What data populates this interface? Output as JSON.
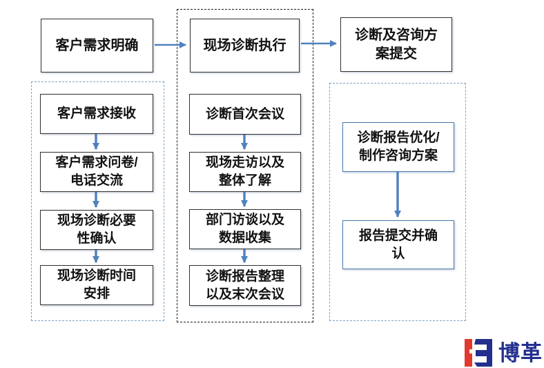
{
  "top_steps": [
    {
      "label": "客户需求明确"
    },
    {
      "label": "现场诊断执行"
    },
    {
      "label": "诊断及咨询方\n案提交"
    }
  ],
  "columns": [
    {
      "steps": [
        "客户需求接收",
        "客户需求问卷/\n电话交流",
        "现场诊断必要\n性确认",
        "现场诊断时间\n安排"
      ]
    },
    {
      "steps": [
        "诊断首次会议",
        "现场走访以及\n整体了解",
        "部门访谈以及\n数据收集",
        "诊断报告整理\n以及末次会议"
      ]
    },
    {
      "steps": [
        "诊断报告优化/\n制作咨询方案",
        "报告提交并确\n认"
      ]
    }
  ],
  "logo": {
    "text": "博革"
  },
  "colors": {
    "arrow": "#4f81bd",
    "box_border_dark": "#2f2f2f",
    "box_border_blue": "#4576a9",
    "container_dashed_blue": "#7ba2c6",
    "container_dashed_dark": "#1a1a1a",
    "logo_red": "#e0392e",
    "logo_blue": "#232f8e"
  }
}
